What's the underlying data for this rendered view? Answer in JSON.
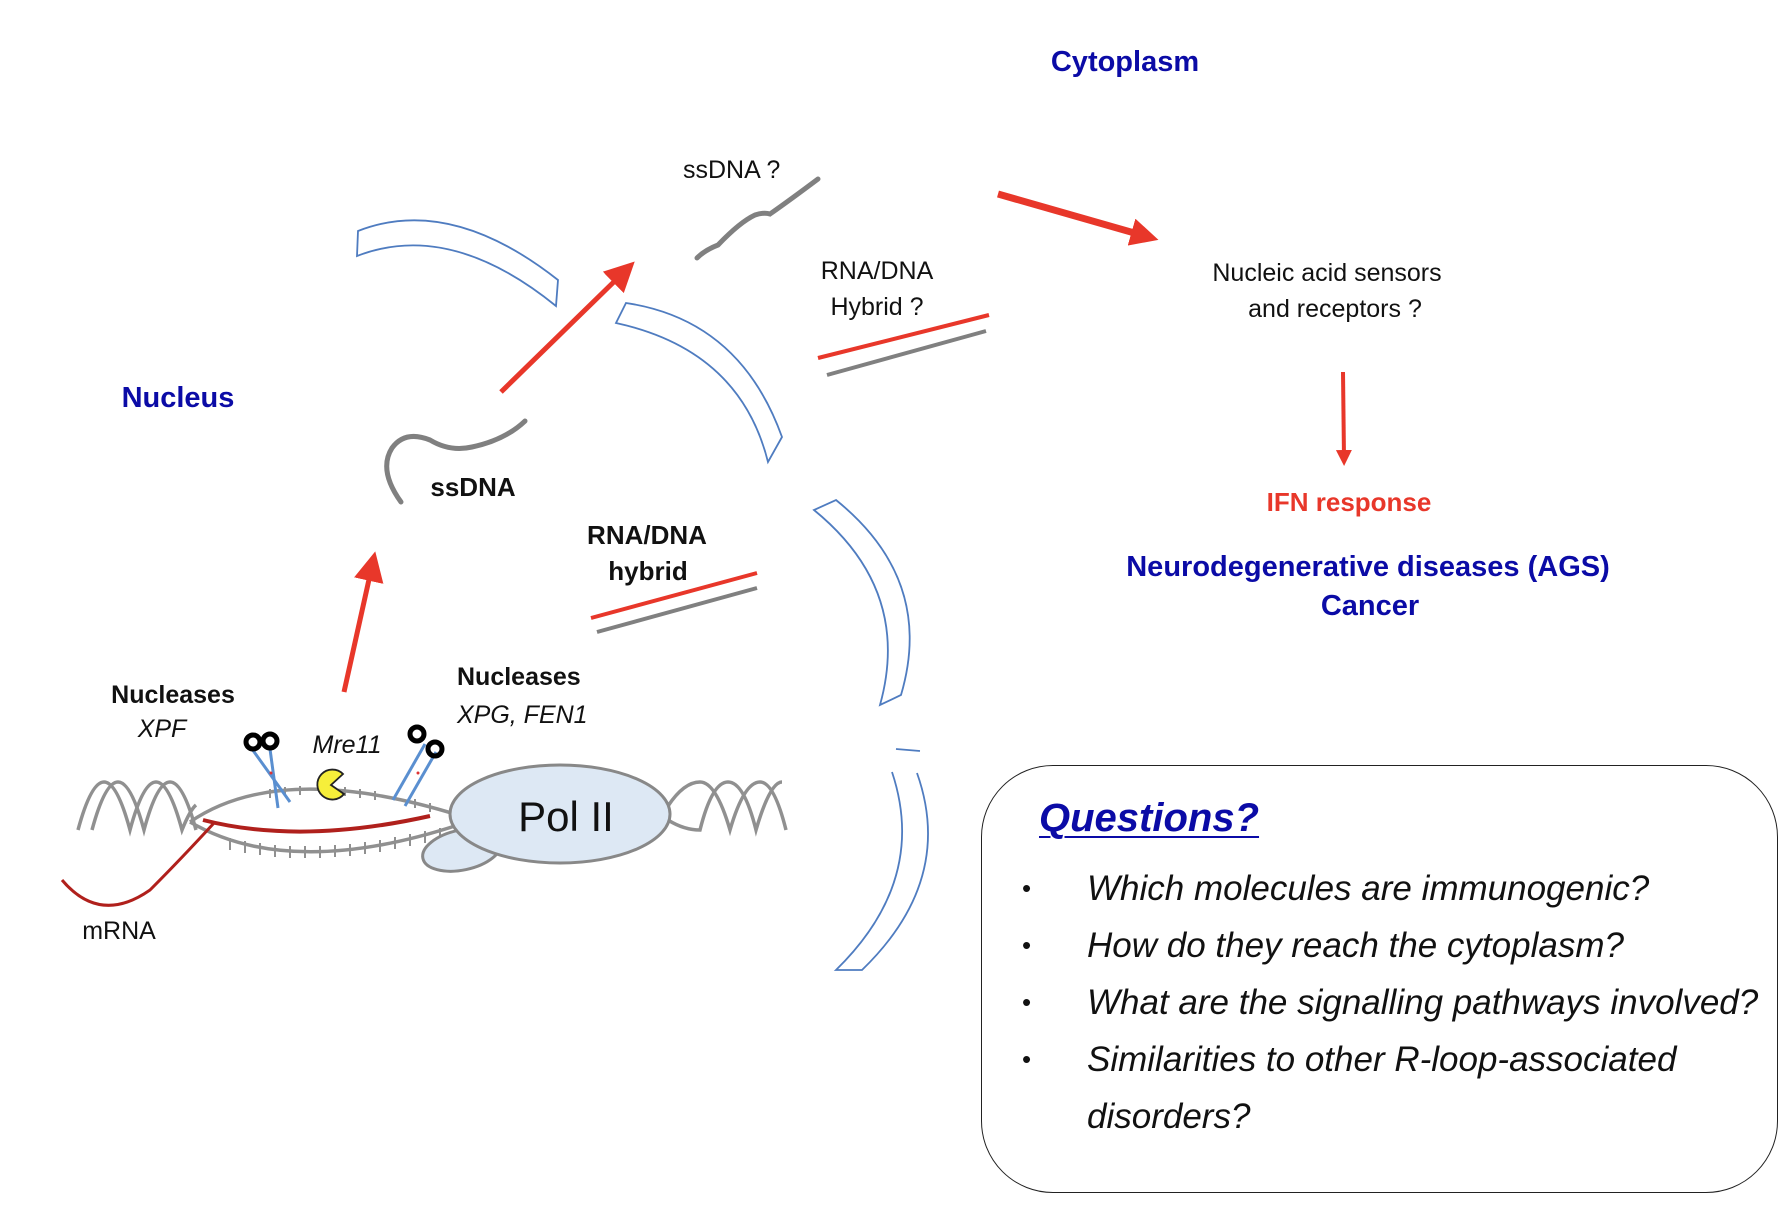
{
  "regions": {
    "cytoplasm": "Cytoplasm",
    "nucleus": "Nucleus"
  },
  "nucleus_labels": {
    "ssdna": "ssDNA",
    "hybrid_line1": "RNA/DNA",
    "hybrid_line2": "hybrid",
    "nucleases_left": "Nucleases",
    "nucleases_left_enzyme": "XPF",
    "nucleases_right": "Nucleases",
    "nucleases_right_enzyme": "XPG, FEN1",
    "mre11": "Mre11",
    "pol2": "Pol II",
    "mrna": "mRNA"
  },
  "cytoplasm_labels": {
    "ssdna_q": "ssDNA ?",
    "hybrid_q_line1": "RNA/DNA",
    "hybrid_q_line2": "Hybrid ?",
    "sensors_line1": "Nucleic acid sensors",
    "sensors_line2": "and receptors ?",
    "ifn": "IFN response",
    "disease_line1": "Neurodegenerative diseases (AGS)",
    "disease_line2": "Cancer"
  },
  "questions": {
    "title": "Questions?",
    "bullet": "•",
    "items": [
      "Which molecules are immunogenic?",
      "How do they reach the cytoplasm?",
      "What are the signalling pathways involved?",
      "Similarities to other R-loop-associated disorders?"
    ]
  },
  "colors": {
    "arrow_red": "#e8372a",
    "rna_dark_red": "#b0201c",
    "dna_grey": "#808080",
    "membrane_blue": "#4f7cc0",
    "pol2_fill": "#dde8f4",
    "region_blue": "#0b0ba6",
    "mre11_yellow": "#f6ee3a"
  }
}
